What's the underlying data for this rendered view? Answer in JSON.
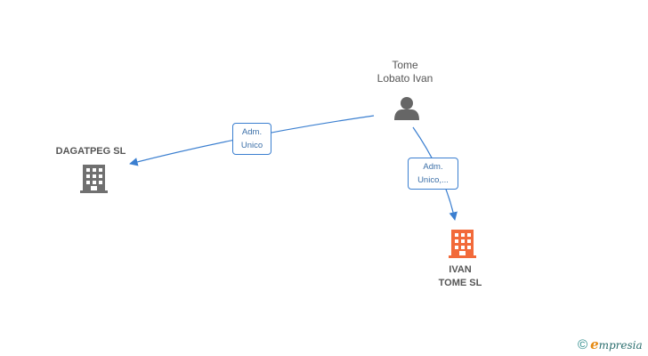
{
  "nodes": {
    "person": {
      "line1": "Tome",
      "line2": "Lobato Ivan",
      "icon": "person-icon",
      "color": "#666666"
    },
    "dagatpeg": {
      "label": "DAGATPEG  SL",
      "icon": "building-icon",
      "color": "#707070"
    },
    "ivan_tome": {
      "line1": "IVAN",
      "line2": "TOME  SL",
      "icon": "building-icon",
      "color": "#f26a3a"
    }
  },
  "edges": {
    "to_dagatpeg": {
      "line1": "Adm.",
      "line2": "Unico",
      "color": "#3b7fd0"
    },
    "to_ivan_tome": {
      "line1": "Adm.",
      "line2": "Unico,...",
      "color": "#3b7fd0"
    }
  },
  "brand": {
    "copyright": "©",
    "first_letter": "e",
    "rest": "mpresia"
  }
}
